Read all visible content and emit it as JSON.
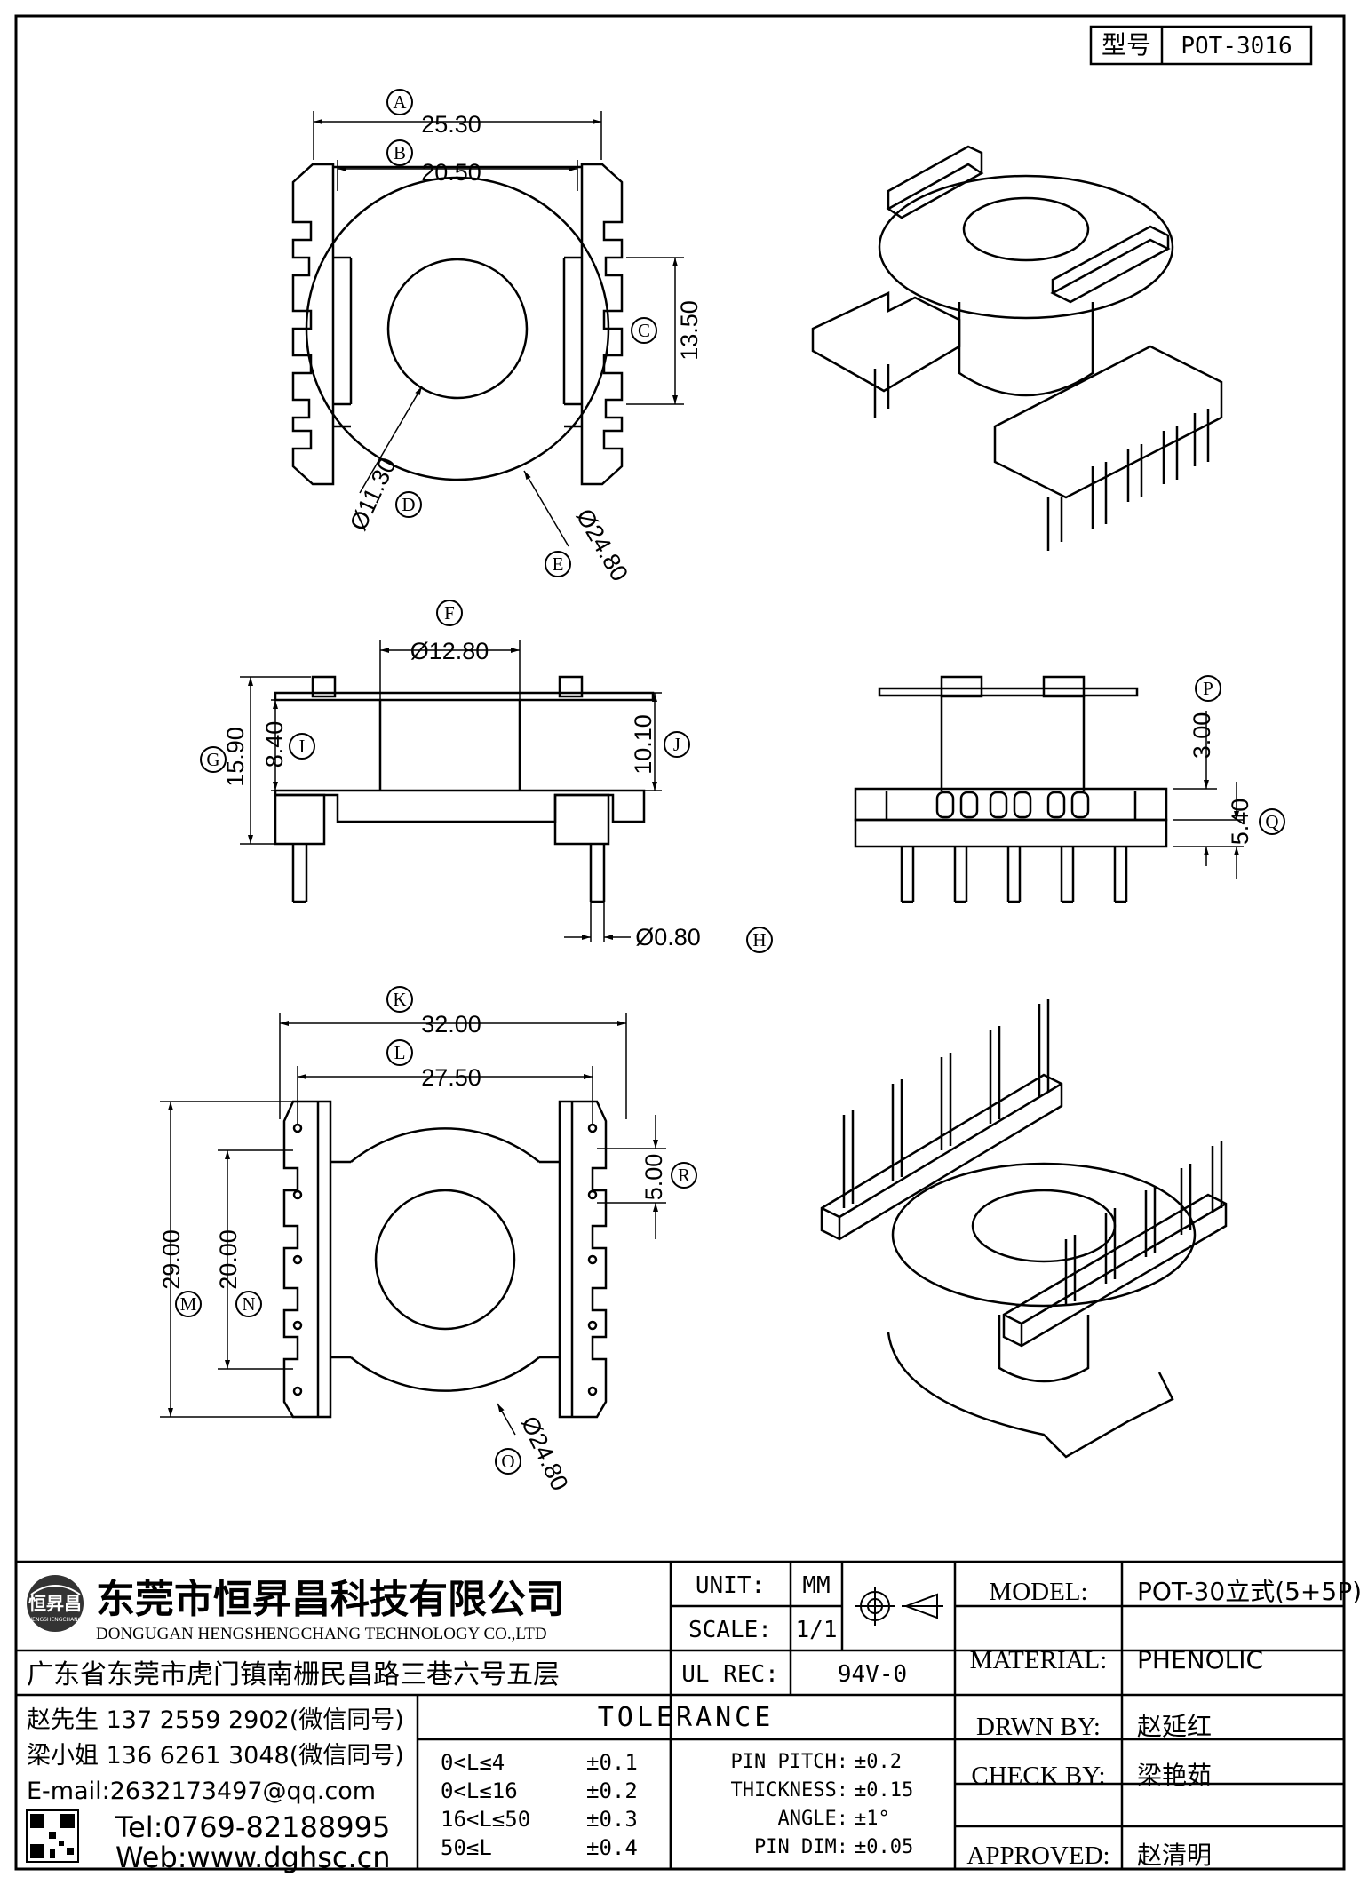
{
  "header": {
    "model_label": "型号",
    "model_value": "POT-3016"
  },
  "views": {
    "top": {
      "dims": {
        "A": "25.30",
        "B": "20.50",
        "C": "13.50",
        "D": "Ø11.30",
        "E": "Ø24.80"
      }
    },
    "side": {
      "dims": {
        "F": "Ø12.80",
        "G": "15.90",
        "I": "8.40",
        "J": "10.10",
        "H": "Ø0.80"
      }
    },
    "side2": {
      "dims": {
        "P": "3.00",
        "Q": "5.40"
      }
    },
    "bottom": {
      "dims": {
        "K": "32.00",
        "L": "27.50",
        "R": "5.00",
        "M": "29.00",
        "N": "20.00",
        "O": "Ø24.80"
      }
    },
    "letters": [
      "A",
      "B",
      "C",
      "D",
      "E",
      "F",
      "G",
      "H",
      "I",
      "J",
      "K",
      "L",
      "M",
      "N",
      "O",
      "P",
      "Q",
      "R"
    ]
  },
  "company": {
    "name_cn": "东莞市恒昇昌科技有限公司",
    "name_en": "DONGUGAN HENGSHENGCHANG TECHNOLOGY CO.,LTD",
    "logo_text": "恒昇昌",
    "logo_sub": "HENGSHENGCHANG",
    "address": "广东省东莞市虎门镇南栅民昌路三巷六号五层",
    "contacts": [
      "赵先生 137 2559 2902(微信同号)",
      "梁小姐 136 6261 3048(微信同号)",
      "E-mail:2632173497@qq.com"
    ],
    "tel": "Tel:0769-82188995",
    "web": "Web:www.dghsc.cn"
  },
  "spec": {
    "unit_label": "UNIT:",
    "unit_value": "MM",
    "scale_label": "SCALE:",
    "scale_value": "1/1",
    "ulrec_label": "UL REC:",
    "ulrec_value": "94V-0"
  },
  "tolerance": {
    "title": "TOLERANCE",
    "rows": [
      {
        "range": "0<L≤4",
        "value": "±0.1"
      },
      {
        "range": "0<L≤16",
        "value": "±0.2"
      },
      {
        "range": "16<L≤50",
        "value": "±0.3"
      },
      {
        "range": "50≤L",
        "value": "±0.4"
      }
    ],
    "misc": [
      {
        "label": "PIN PITCH:",
        "value": "±0.2"
      },
      {
        "label": "THICKNESS:",
        "value": "±0.15"
      },
      {
        "label": "ANGLE:",
        "value": "±1°"
      },
      {
        "label": "PIN DIM:",
        "value": "±0.05"
      }
    ]
  },
  "info": [
    {
      "label": "MODEL:",
      "value": "POT-30立式(5+5P)"
    },
    {
      "label": "MATERIAL:",
      "value": "PHENOLIC"
    },
    {
      "label": "DRWN BY:",
      "value": "赵延红"
    },
    {
      "label": "CHECK BY:",
      "value": "梁艳茹"
    },
    {
      "label": "APPROVED:",
      "value": "赵清明"
    }
  ]
}
